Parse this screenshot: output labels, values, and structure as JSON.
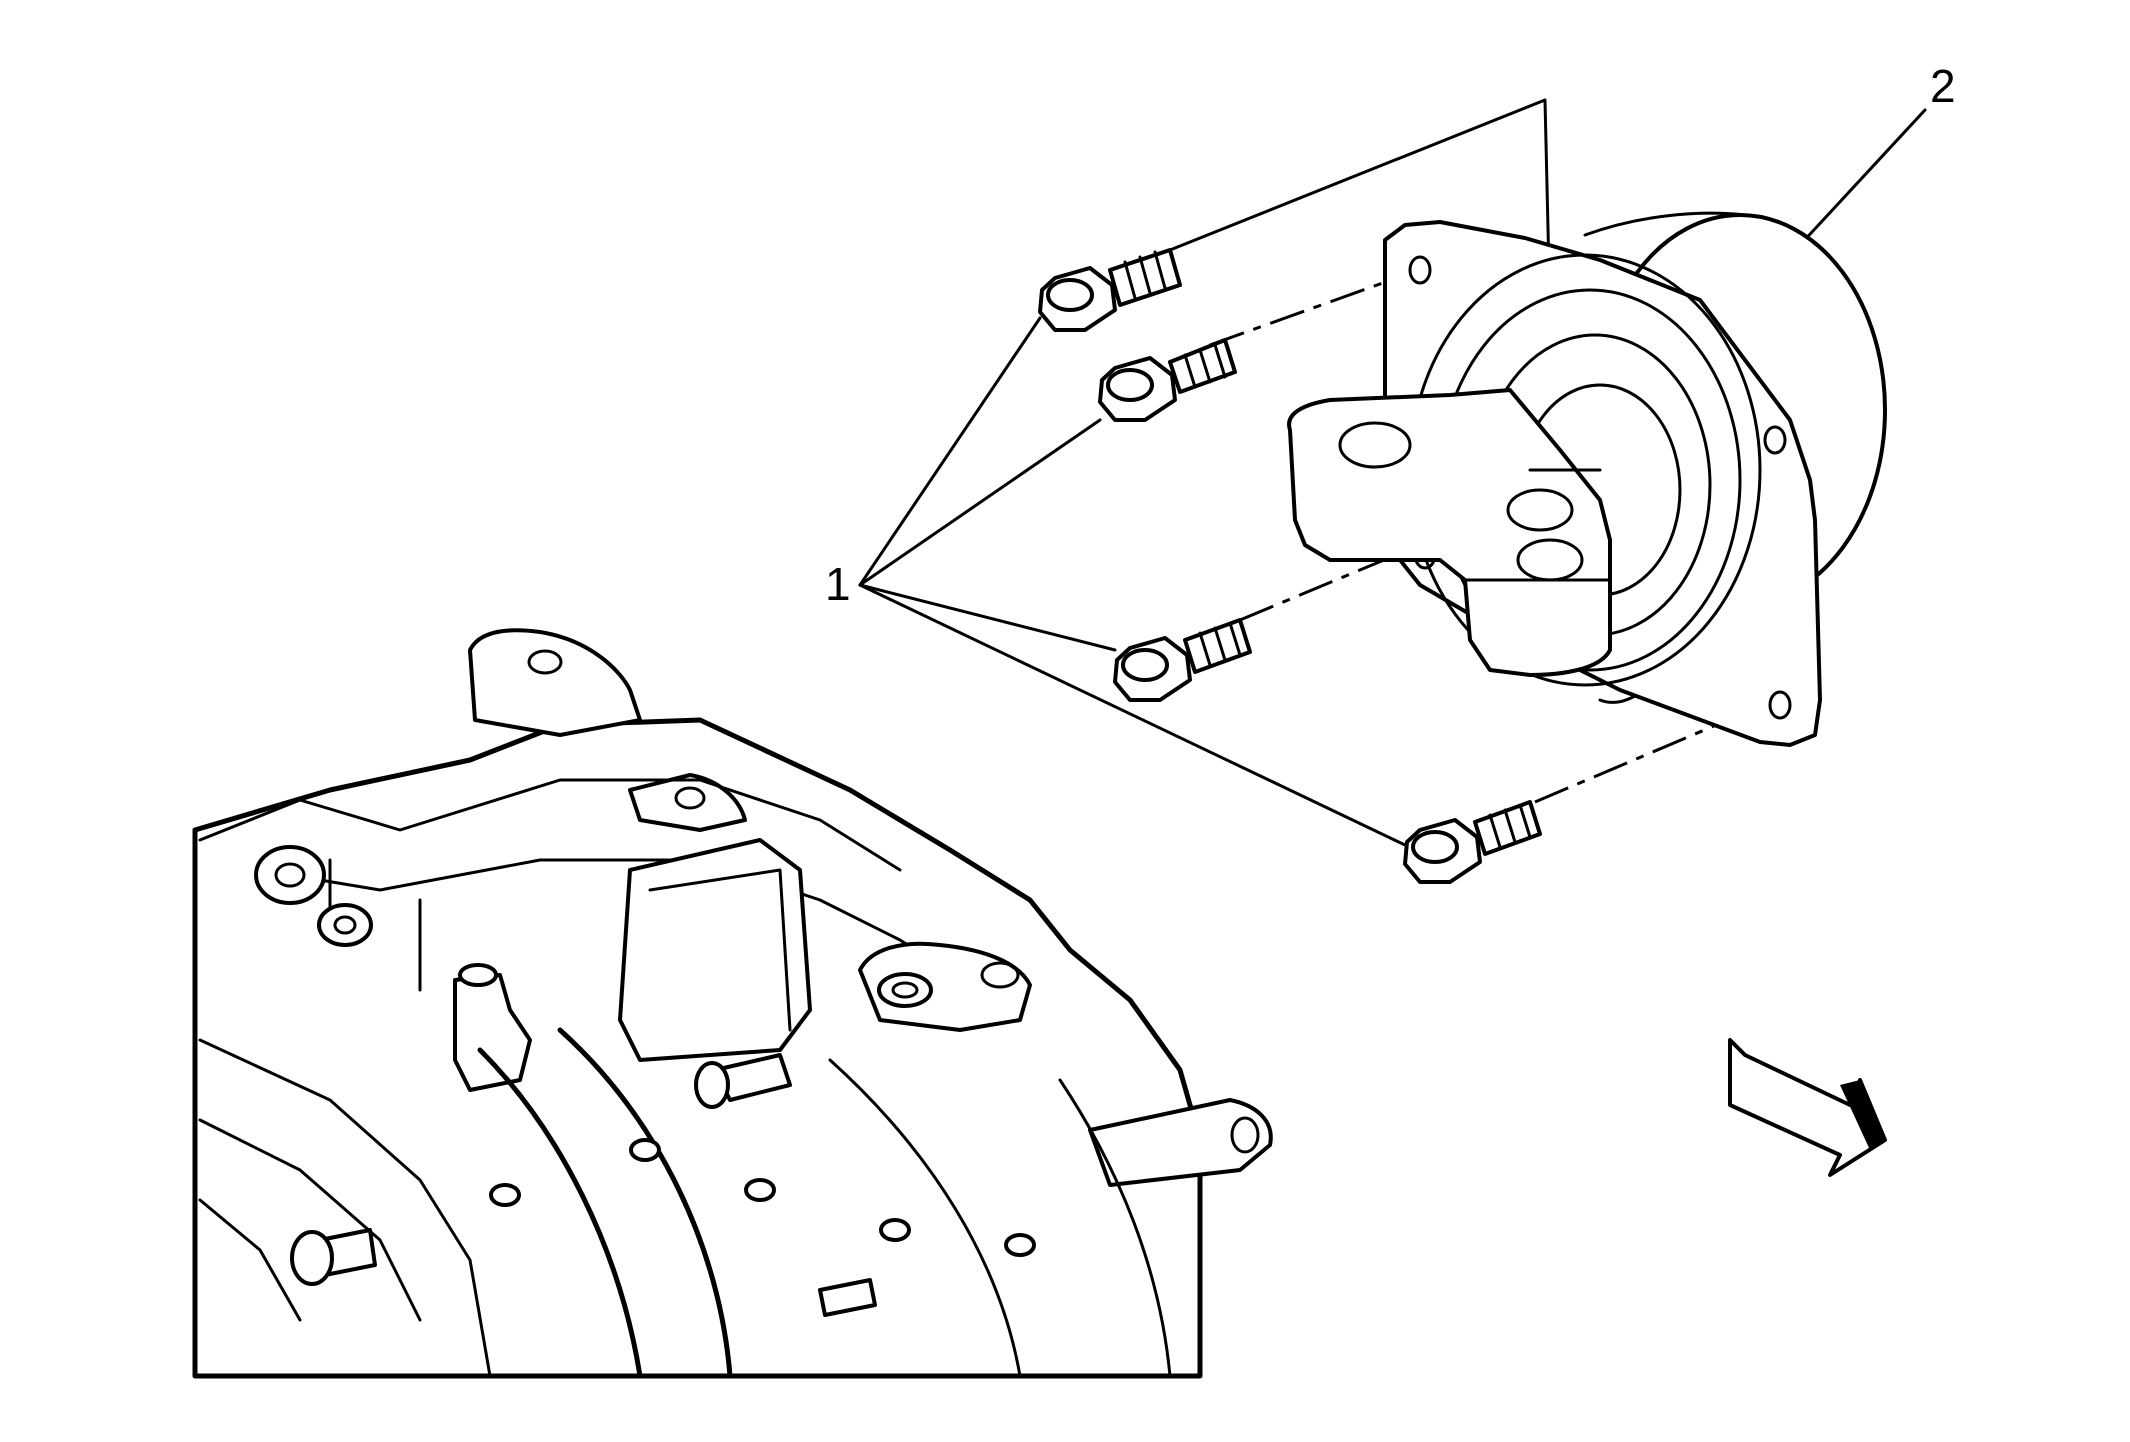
{
  "callouts": [
    {
      "id": "1",
      "text": "1"
    },
    {
      "id": "2",
      "text": "2"
    }
  ],
  "icons": {
    "view_arrow": "view-direction-arrow-icon",
    "bolt": "bolt-icon"
  },
  "colors": {
    "line": "#000000",
    "background": "#ffffff"
  }
}
